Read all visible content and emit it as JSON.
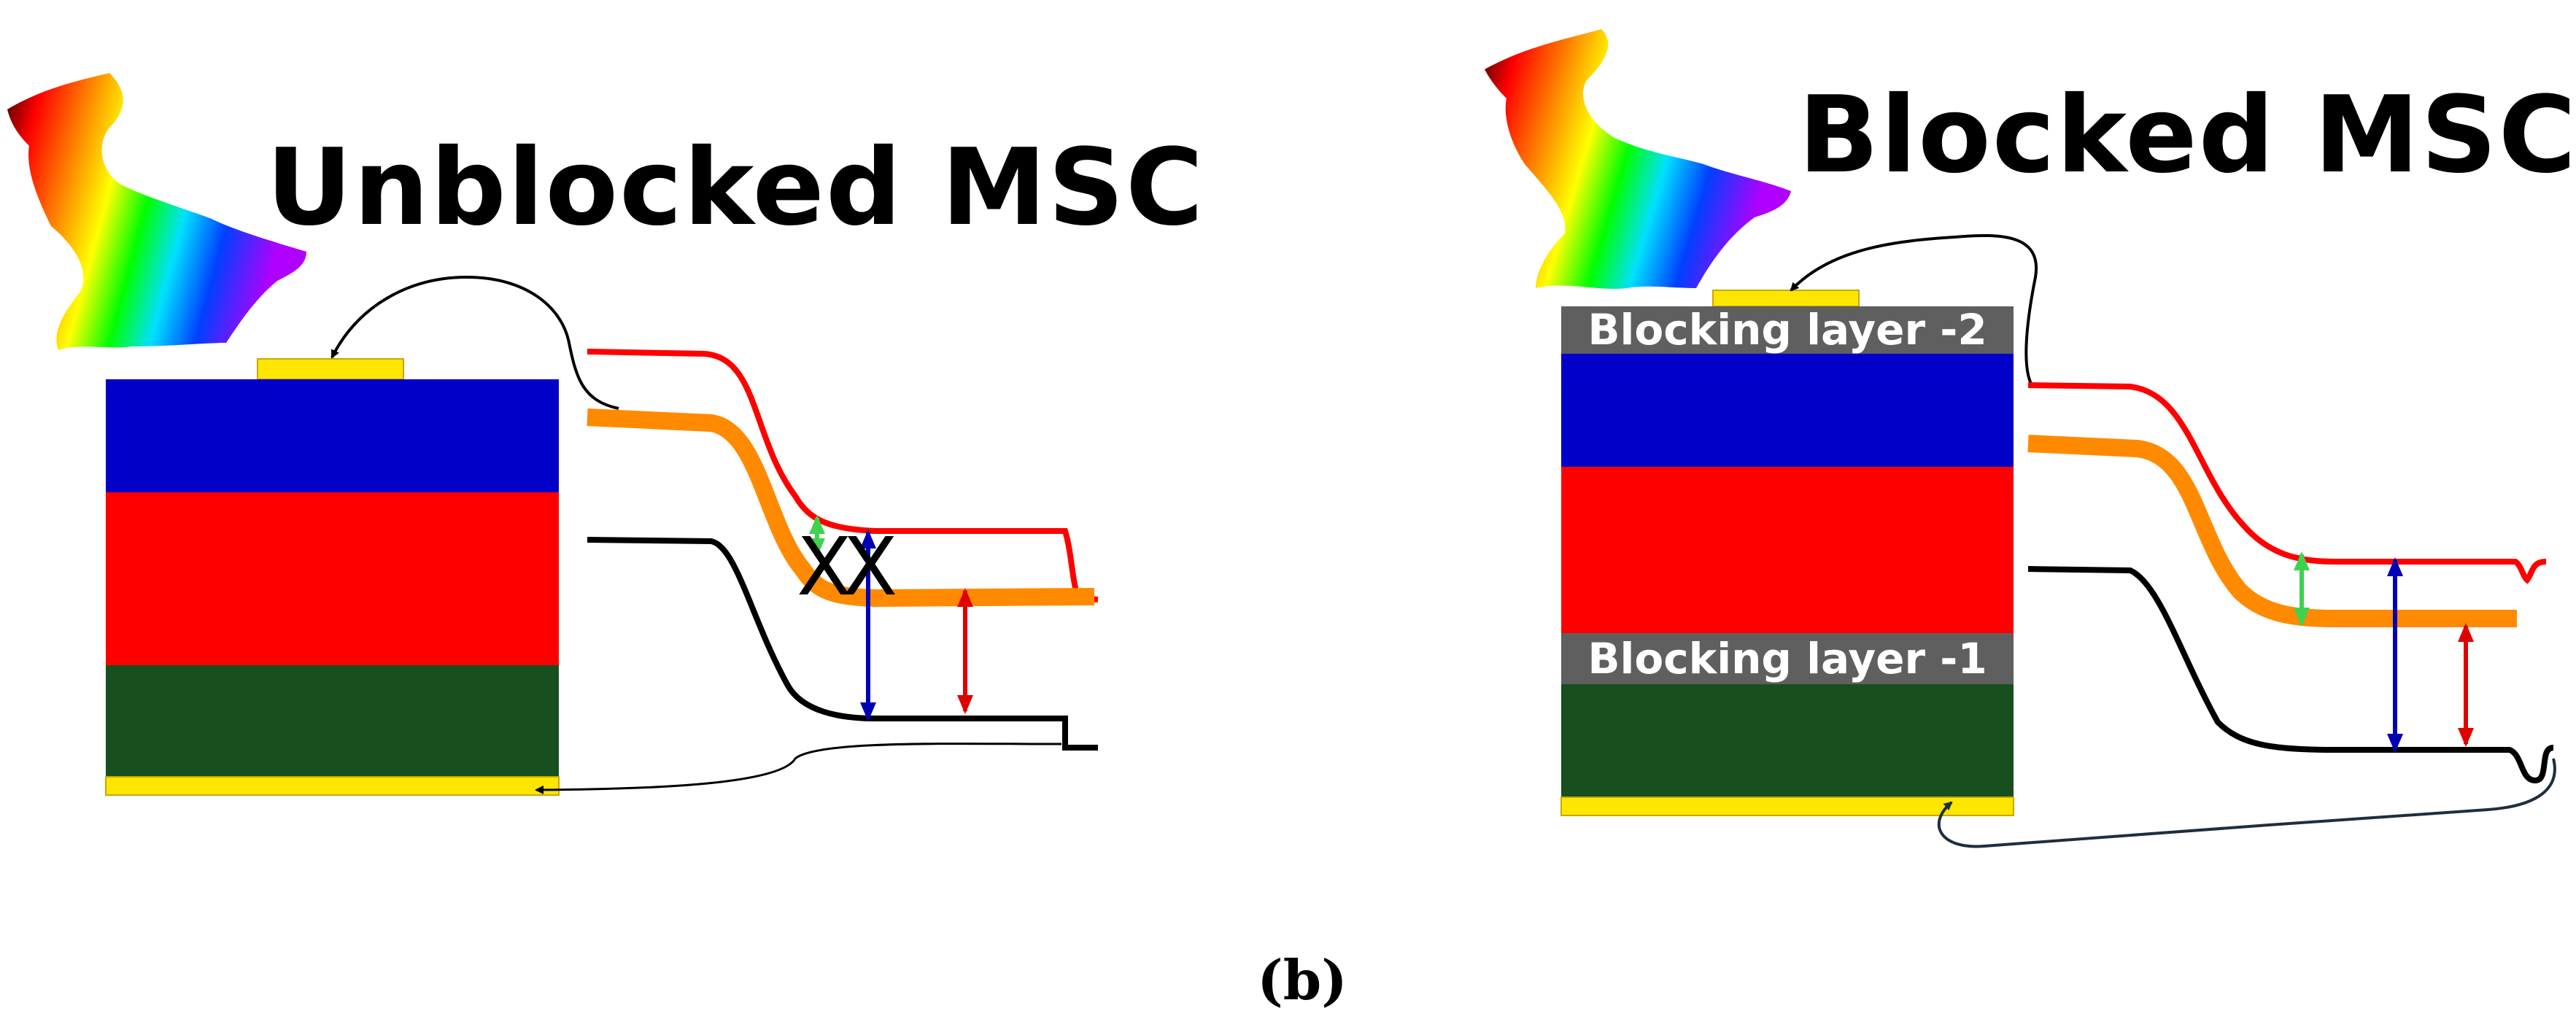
{
  "left_panel": {
    "title": "Unblocked MSC",
    "blocked_marks": [
      "X",
      "X"
    ]
  },
  "right_panel": {
    "title": "Blocked MSC",
    "blocking_layer_top": "Blocking layer -2",
    "blocking_layer_bottom": "Blocking layer -1"
  },
  "caption": "(b)",
  "colors": {
    "top_layer": "#0000c8",
    "middle_layer": "#ff0000",
    "bottom_layer": "#174f1f",
    "contact": "#ffe600",
    "blocking_layer": "#5f5f5f",
    "conduction_band": "#ff0000",
    "intermediate_band": "#ff8a00",
    "valence_band": "#000000",
    "transition_green": "#3fd24f",
    "transition_blue": "#0000b4",
    "transition_red": "#e00000"
  }
}
